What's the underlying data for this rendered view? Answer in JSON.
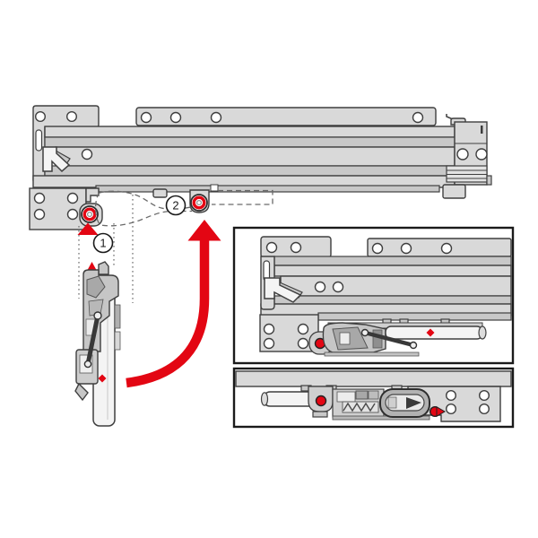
{
  "callouts": {
    "step1": "1",
    "step2": "2"
  },
  "icons": {
    "insert_arrow_step1": "red-up-triangle",
    "swing_up_arrow": "red-curved-up-arrow",
    "attachment_ring": "red-ring-marker",
    "fixing_dot": "red-dot-marker",
    "brand_diamond": "red-diamond"
  },
  "colors": {
    "background": "#ffffff",
    "part_fill": "#d9d9d9",
    "part_fill_dark": "#c8c8c8",
    "part_outline": "#3f3f3f",
    "mech_light": "#c6c6c6",
    "mech_mid": "#a8a8a8",
    "rod": "#383838",
    "white_part": "#f4f4f4",
    "accent_red": "#e30613",
    "ink": "#1a1a1a",
    "dash_gray": "#6a6a6a"
  }
}
